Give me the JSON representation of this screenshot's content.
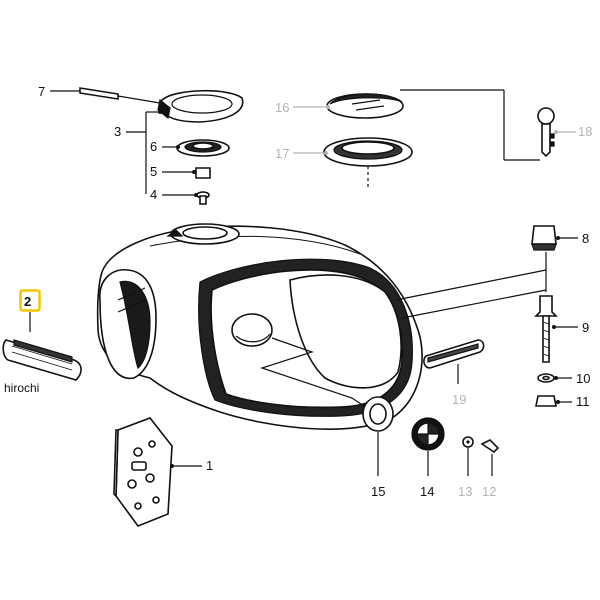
{
  "diagram": {
    "watermark": "hirochi",
    "highlight_color": "#f5c400",
    "inactive_label_color": "#b4b4b4",
    "callouts": {
      "p1": "1",
      "p2": "2",
      "p3": "3",
      "p4": "4",
      "p5": "5",
      "p6": "6",
      "p7": "7",
      "p8": "8",
      "p9": "9",
      "p10": "10",
      "p11": "11",
      "p12": "12",
      "p13": "13",
      "p14": "14",
      "p15": "15",
      "p16": "16",
      "p17": "17",
      "p18": "18",
      "p19": "19"
    },
    "highlighted_part": "2"
  }
}
